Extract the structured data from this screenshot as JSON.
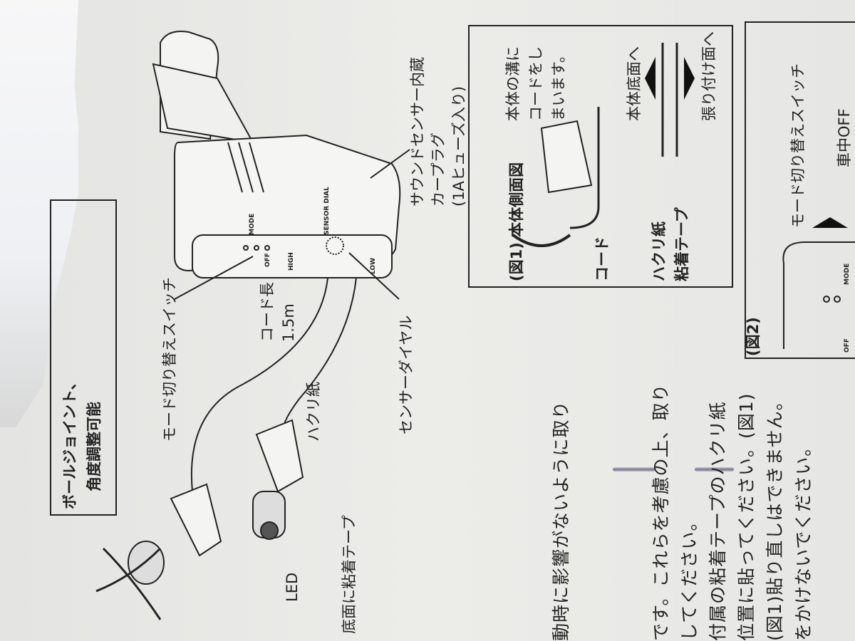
{
  "product_labels": {
    "plug": [
      "サウンドセンサー内蔵",
      "カープラグ",
      "(1Aヒューズ入り)"
    ],
    "mode_switch": "モード切り替えスイッチ",
    "sensor_dial": "センサーダイヤル",
    "cord_length": [
      "コード長",
      "1.5m"
    ],
    "release_paper": "ハクリ紙",
    "adhesive_bottom": "底面に粘着テープ",
    "led": "LED",
    "ball_joint": [
      "ボールジョイント、",
      "角度調整可能"
    ],
    "device_markings": {
      "mode": "MODE",
      "off": "OFF",
      "sensor_dial": "SENSOR DIAL",
      "high": "HIGH",
      "low": "LOW"
    }
  },
  "figure1": {
    "title": "(図1) 本体側面図",
    "note": [
      "本体の溝に",
      "コードをし",
      "まいます。"
    ],
    "cord": "コード",
    "release_paper": "ハクリ紙",
    "adhesive_tape": "粘着テープ",
    "to_body_bottom": "本体底面へ",
    "to_mount_surface": "張り付け面へ"
  },
  "figure2": {
    "title": "(図2)",
    "mode_switch": "モード切り替えスイッチ",
    "in_car_off": "車中OFF",
    "mode": "MODE",
    "off": "OFF"
  },
  "instructions": [
    "動時に影響がないように取り",
    "です。これらを考慮の上、取り",
    "してください。",
    "付属の粘着テープのハクリ紙",
    "位置に貼ってください。(図1)",
    "(図1)貼り直しはできません。",
    "をかけないでください。"
  ]
}
